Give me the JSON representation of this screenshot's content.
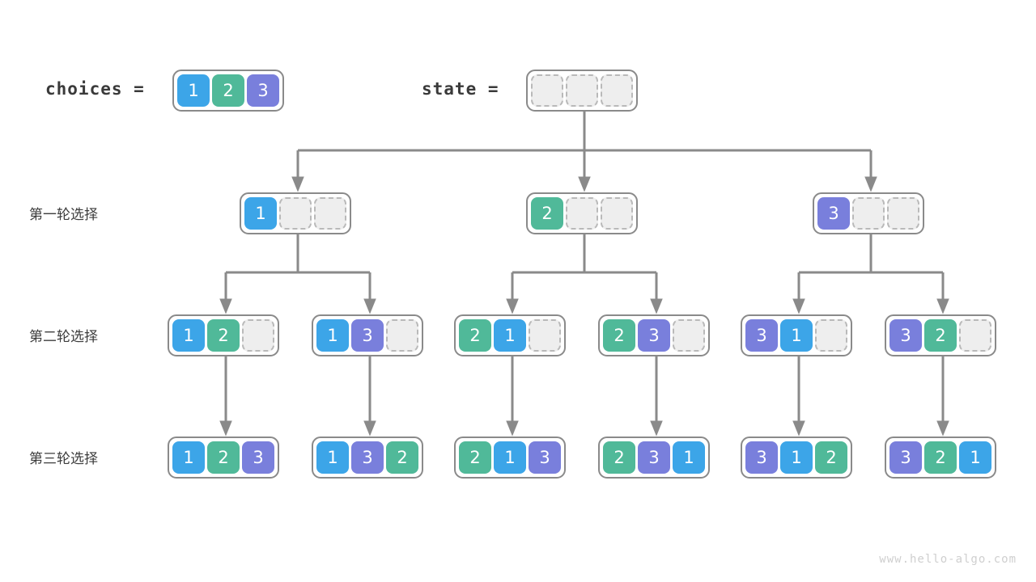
{
  "header": {
    "choices_label": "choices =",
    "state_label": "state =",
    "choices_values": [
      1,
      2,
      3
    ],
    "state_values": [
      null,
      null,
      null
    ]
  },
  "row_labels": [
    "第一轮选择",
    "第二轮选择",
    "第三轮选择"
  ],
  "colors": {
    "value_1": "#3ca5e8",
    "value_2": "#50b999",
    "value_3": "#797fdc",
    "empty_cell": "#eeeeee",
    "empty_border": "#b9b9b9",
    "node_border": "#8a8a8a",
    "edge": "#8a8a8a",
    "text": "#3c3c3c",
    "watermark": "#cfcfcf"
  },
  "tree": {
    "root": {
      "values": [
        null,
        null,
        null
      ]
    },
    "level1": [
      {
        "values": [
          1,
          null,
          null
        ]
      },
      {
        "values": [
          2,
          null,
          null
        ]
      },
      {
        "values": [
          3,
          null,
          null
        ]
      }
    ],
    "level2": [
      {
        "values": [
          1,
          2,
          null
        ]
      },
      {
        "values": [
          1,
          3,
          null
        ]
      },
      {
        "values": [
          2,
          1,
          null
        ]
      },
      {
        "values": [
          2,
          3,
          null
        ]
      },
      {
        "values": [
          3,
          1,
          null
        ]
      },
      {
        "values": [
          3,
          2,
          null
        ]
      }
    ],
    "level3": [
      {
        "values": [
          1,
          2,
          3
        ]
      },
      {
        "values": [
          1,
          3,
          2
        ]
      },
      {
        "values": [
          2,
          1,
          3
        ]
      },
      {
        "values": [
          2,
          3,
          1
        ]
      },
      {
        "values": [
          3,
          1,
          2
        ]
      },
      {
        "values": [
          3,
          2,
          1
        ]
      }
    ]
  },
  "watermark": "www.hello-algo.com"
}
